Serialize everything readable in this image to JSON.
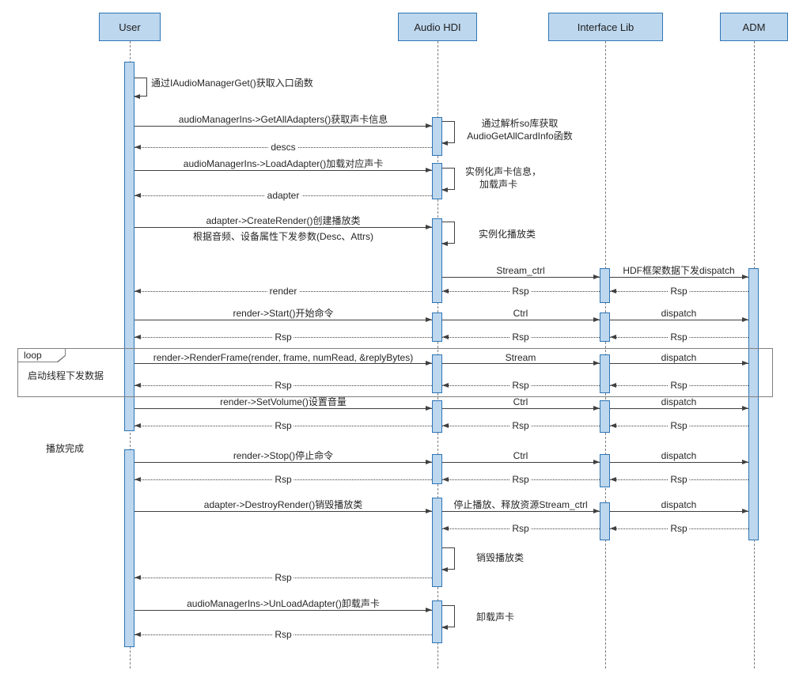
{
  "actors": [
    {
      "name": "User"
    },
    {
      "name": "Audio HDI"
    },
    {
      "name": "Interface Lib"
    },
    {
      "name": "ADM"
    }
  ],
  "loop": {
    "label": "loop",
    "guard": "启动线程下发数据"
  },
  "messages": {
    "self_entry": "通过IAudioManagerGet()获取入口函数",
    "get_all_adapters": "audioManagerIns->GetAllAdapters()获取声卡信息",
    "descs": "descs",
    "load_adapter": "audioManagerIns->LoadAdapter()加载对应声卡",
    "adapter": "adapter",
    "create_render": "adapter->CreateRender()创建播放类",
    "create_render_params": "根据音频、设备属性下发参数(Desc、Attrs)",
    "stream_ctrl": "Stream_ctrl",
    "hdf_dispatch": "HDF框架数据下发dispatch",
    "render": "render",
    "rsp": "Rsp",
    "start": "render->Start()开始命令",
    "ctrl": "Ctrl",
    "dispatch": "dispatch",
    "render_frame": "render->RenderFrame(render, frame, numRead, &replyBytes)",
    "stream": "Stream",
    "set_volume": "render->SetVolume()设置音量",
    "stop": "render->Stop()停止命令",
    "destroy_render": "adapter->DestroyRender()销毁播放类",
    "stop_release_stream_ctrl": "停止播放、释放资源Stream_ctrl",
    "unload_adapter": "audioManagerIns->UnLoadAdapter()卸载声卡"
  },
  "notes": {
    "parse_so_line1": "通过解析so库获取",
    "parse_so_line2": "AudioGetAllCardInfo函数",
    "instantiate_card_line1": "实例化声卡信息，",
    "instantiate_card_line2": "加载声卡",
    "instantiate_render": "实例化播放类",
    "playback_done": "播放完成",
    "destroy_render_note": "销毁播放类",
    "unload_card_note": "卸载声卡"
  },
  "colors": {
    "fill": "#BDD7EE",
    "border": "#2E75B6",
    "line": "#404040"
  }
}
